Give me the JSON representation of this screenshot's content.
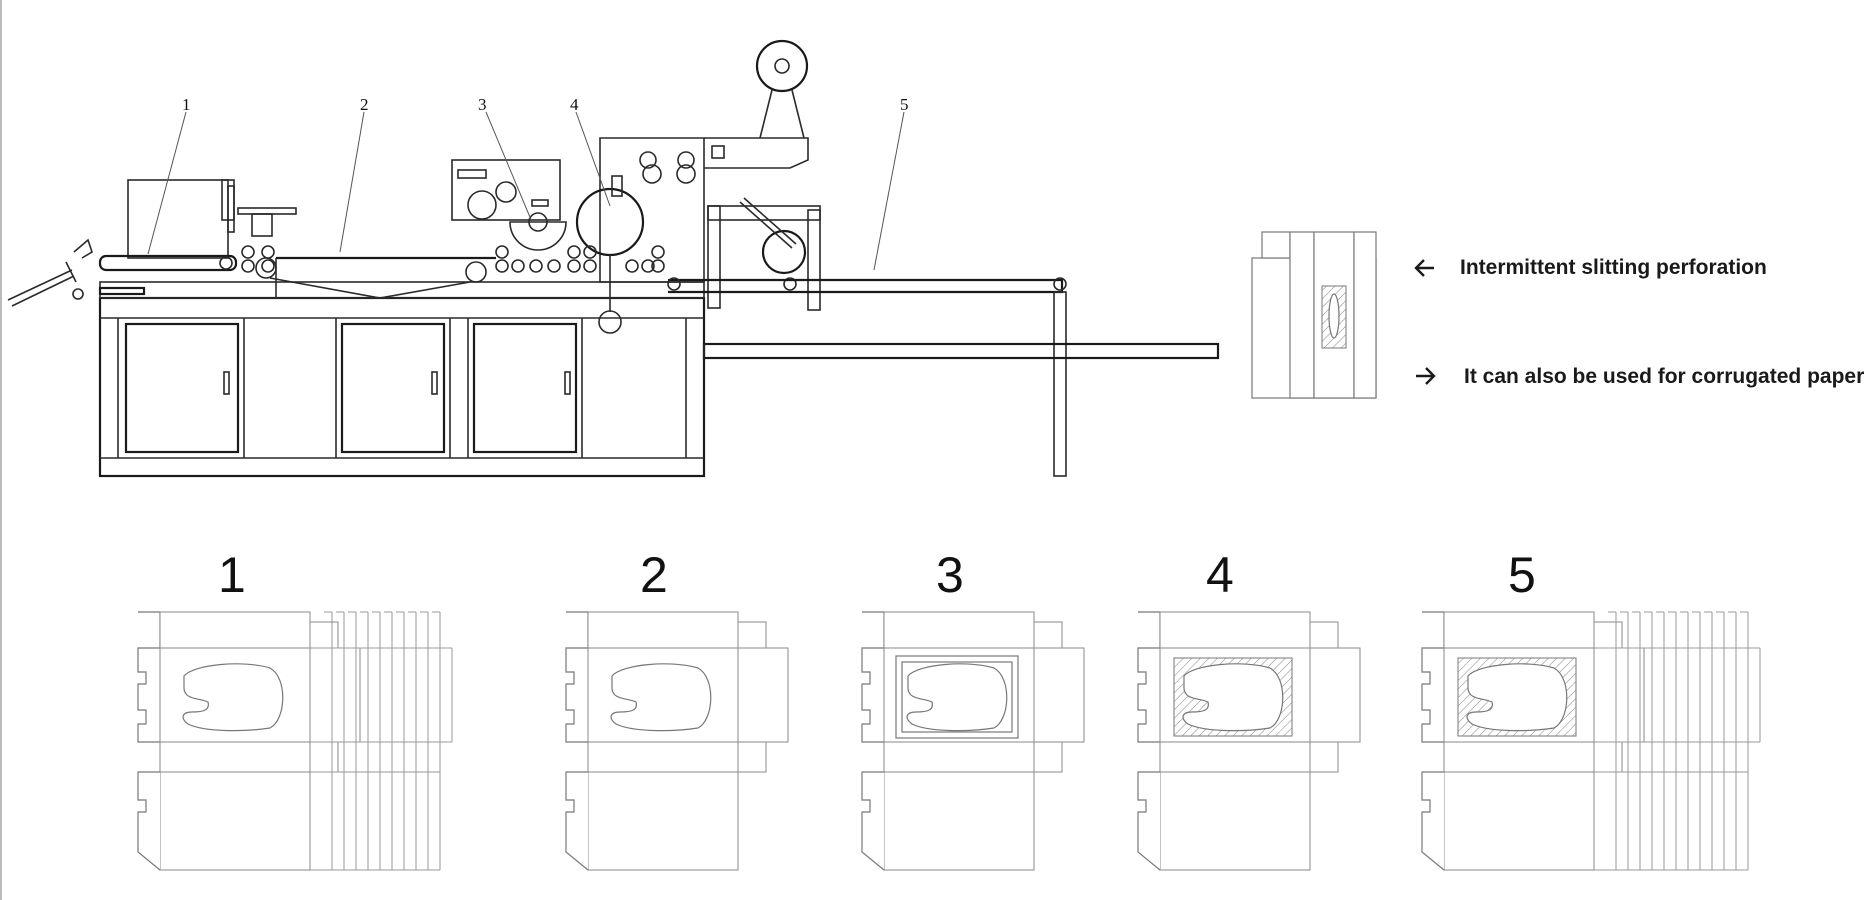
{
  "machine": {
    "callouts": [
      "1",
      "2",
      "3",
      "4",
      "5"
    ]
  },
  "notes": {
    "left_arrow_text": "Intermittent slitting perforation",
    "right_arrow_text": "It can also be used for corrugated paper"
  },
  "steps": [
    "1",
    "2",
    "3",
    "4",
    "5"
  ]
}
